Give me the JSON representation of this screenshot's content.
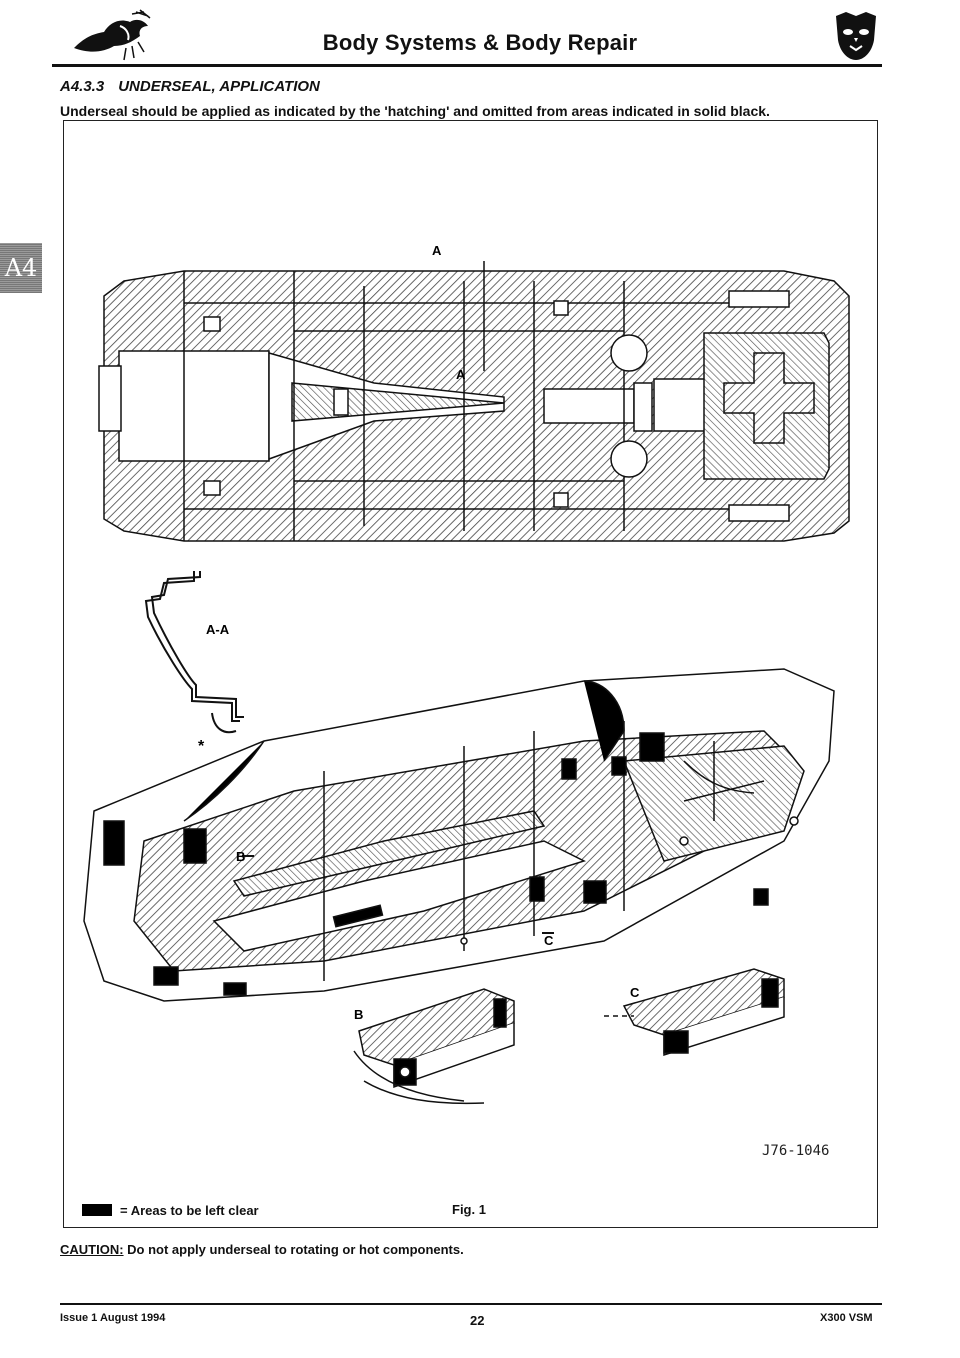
{
  "header": {
    "title": "Body Systems & Body Repair"
  },
  "section": {
    "number": "A4.3.3",
    "title": "UNDERSEAL, APPLICATION",
    "intro": "Underseal should be applied as indicated by the 'hatching' and omitted from areas indicated in solid black."
  },
  "side_tab": {
    "label": "A4"
  },
  "figure": {
    "callouts": {
      "a_top": "A",
      "a_mid": "A",
      "section_aa": "A-A",
      "star": "*",
      "b_main": "B",
      "c_main": "C",
      "b_detail": "B",
      "c_detail": "C"
    },
    "reference": "J76-1046",
    "legend": "= Areas to be left clear",
    "caption": "Fig. 1"
  },
  "caution": {
    "label": "CAUTION:",
    "text": "Do not apply underseal to rotating or hot components."
  },
  "footer": {
    "issue": "Issue 1 August 1994",
    "page": "22",
    "manual": "X300 VSM"
  }
}
